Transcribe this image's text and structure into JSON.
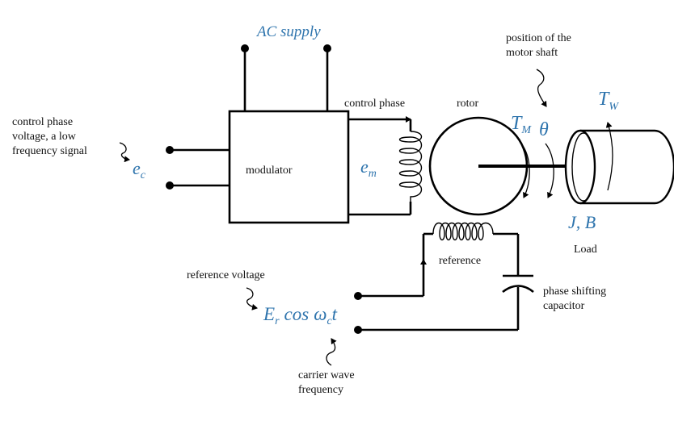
{
  "labels": {
    "ac_supply": "AC supply",
    "position_line1": "position of the",
    "position_line2": "motor shaft",
    "control_phase": "control phase",
    "rotor": "rotor",
    "control_voltage_line1": "control phase",
    "control_voltage_line2": "voltage, a low",
    "control_voltage_line3": "frequency signal",
    "modulator": "modulator",
    "reference": "reference",
    "load": "Load",
    "reference_voltage": "reference voltage",
    "phase_cap_line1": "phase shifting",
    "phase_cap_line2": "capacitor",
    "carrier_line1": "carrier wave",
    "carrier_line2": "frequency"
  },
  "symbols": {
    "e_c_base": "e",
    "e_c_sub": "c",
    "e_m_base": "e",
    "e_m_sub": "m",
    "T_M_base": "T",
    "T_M_sub": "M",
    "theta": "θ",
    "T_W_base": "T",
    "T_W_sub": "W",
    "J_B": "J, B",
    "Er_E": "E",
    "Er_r": "r",
    "Er_cos": "cos",
    "Er_omega": "ω",
    "Er_c": "c",
    "Er_t": "t"
  },
  "colors": {
    "symbol": "#2e74ad",
    "line": "#000000",
    "text": "#111111"
  }
}
